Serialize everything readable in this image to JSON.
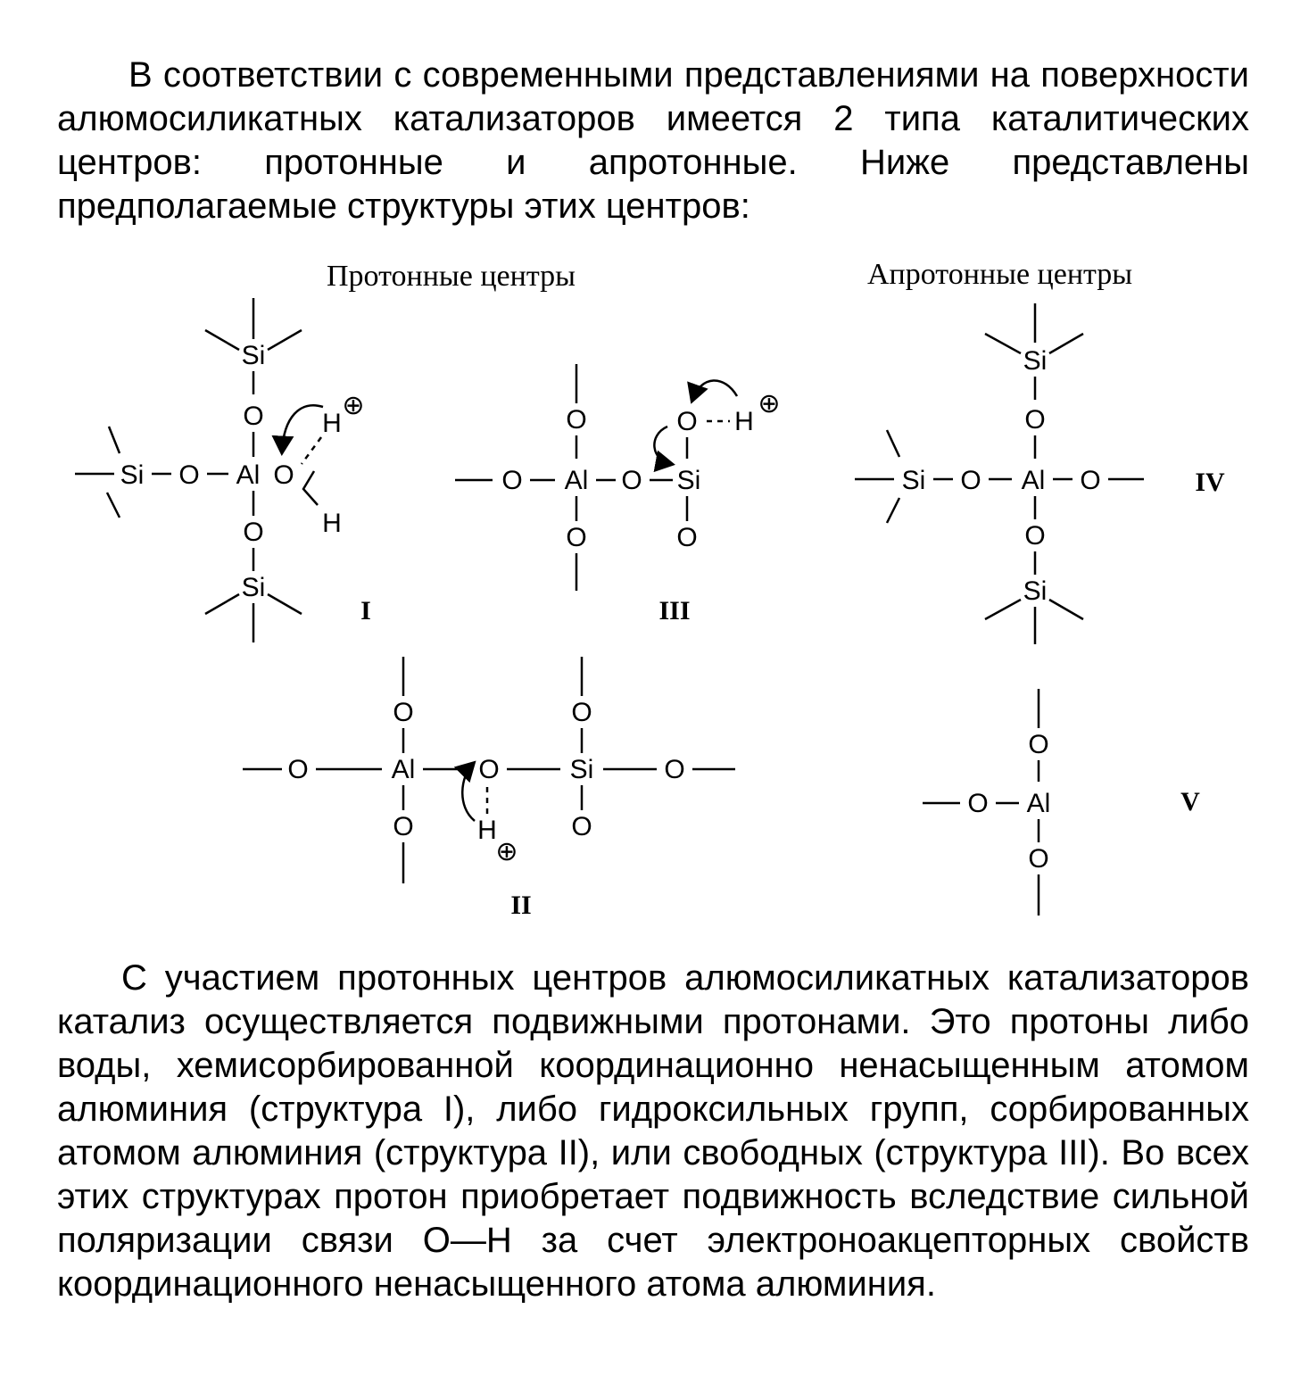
{
  "intro_paragraph": "В соответствии с современными представлениями на поверх­ности алюмосиликатных катализаторов имеется 2 типа каталити­ческих центров: протонные и апротонные. Ниже представлены предполагаемые структуры этих центров:",
  "figure": {
    "protonic_heading": "Протонные центры",
    "aprotonic_heading": "Апротонные центры",
    "atoms": {
      "si": "Si",
      "o": "O",
      "al": "Al",
      "h": "H",
      "plus": "⊕"
    },
    "structures": {
      "s1": "I",
      "s2": "II",
      "s3": "III",
      "s4": "IV",
      "s5": "V"
    }
  },
  "main_paragraph": "С участием протонных центров алюмосиликатных катализа­торов катализ осуществляется подвижными протонами. Это про­тоны либо воды, хемисорбированной координационно ненасы­щенным атомом алюминия (структура I), либо гидроксильных групп, сорбированных атомом алюминия (структура II), или сво­бодных (структура III). Во всех этих структурах протон приобре­тает подвижность вследствие сильной поляризации связи О—Н за счет электроноакцепторных свойств координационного нена­сыщенного атома алюминия."
}
